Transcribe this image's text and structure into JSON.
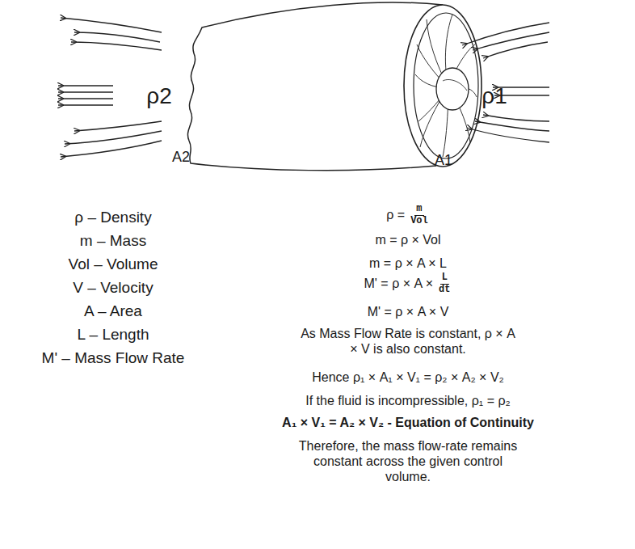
{
  "diagram": {
    "labels": [
      "ρ2",
      "ρ1",
      "A2",
      "A1",
      "ρ – Density",
      "m – Mass",
      "Vol – Volume",
      "V – Velocity",
      "A – Area",
      "L – Length",
      "M' – Mass Flow Rate",
      "ρ =",
      "m",
      "Vol",
      "m = ρ × Vol",
      "m = ρ × A × L",
      "M' = ρ × A ×",
      "L",
      "dt",
      "M' = ρ × A × V",
      "As Mass Flow Rate is constant, ρ × A × V is also constant.",
      "Hence ρ₁ × A₁ × V₁ = ρ₂ × A₂ × V₂",
      "If the fluid is incompressible, ρ₁ = ρ₂",
      "A₁ × V₁ = A₂ × V₂ - Equation of Continuity",
      "Therefore, the mass flow-rate remains constant across the given control volume."
    ]
  }
}
